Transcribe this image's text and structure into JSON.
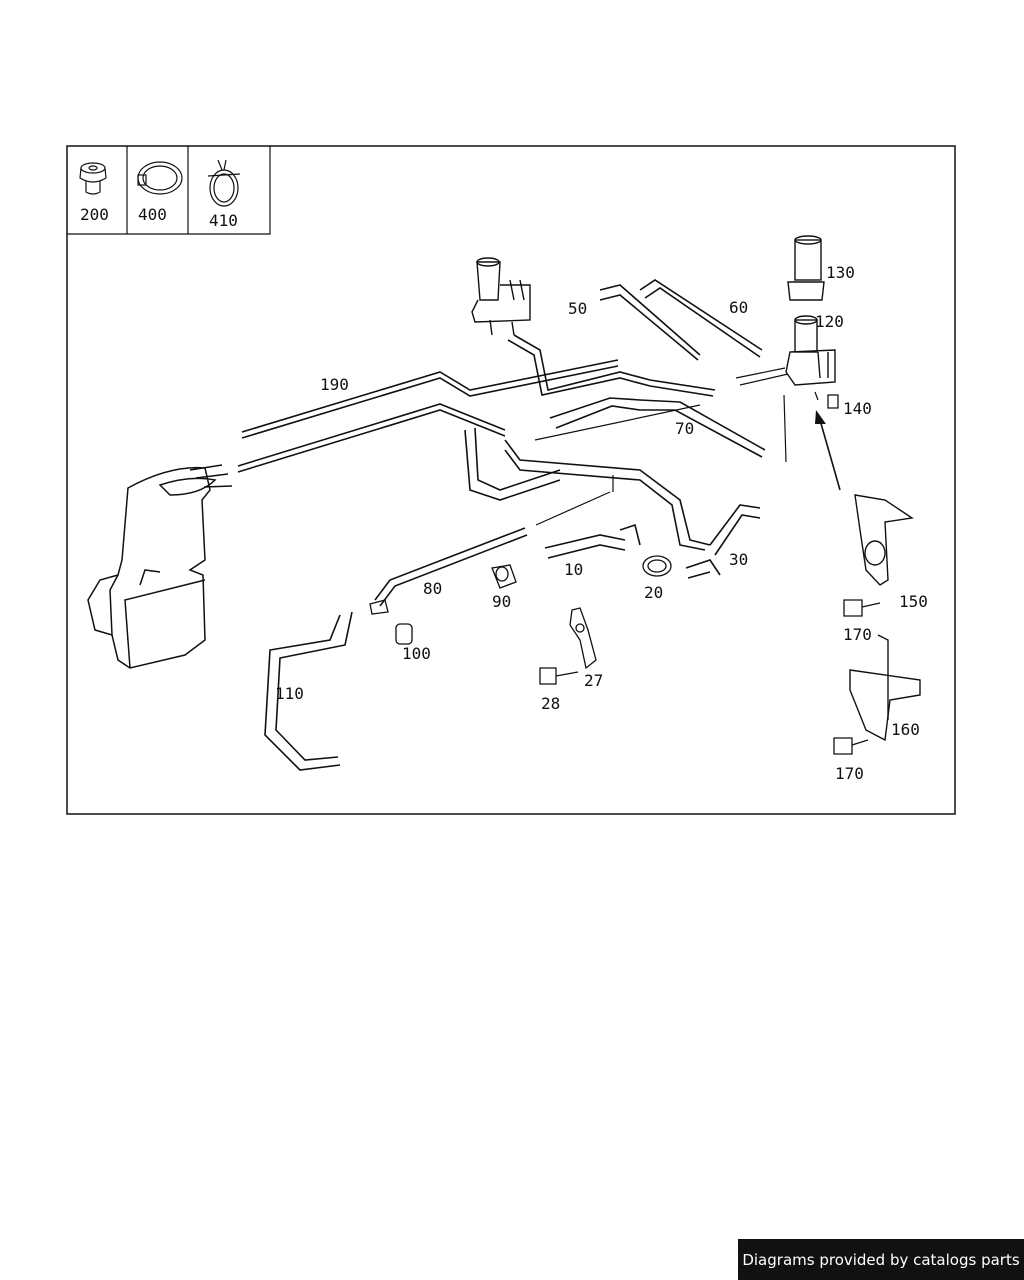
{
  "diagram": {
    "legend_items": [
      "200",
      "400",
      "410"
    ],
    "callouts": {
      "p10": "10",
      "p20": "20",
      "p27": "27",
      "p28": "28",
      "p30": "30",
      "p50": "50",
      "p60": "60",
      "p70": "70",
      "p80": "80",
      "p90": "90",
      "p100": "100",
      "p110": "110",
      "p120": "120",
      "p130": "130",
      "p140": "140",
      "p150": "150",
      "p160": "160",
      "p170a": "170",
      "p170b": "170",
      "p190": "190"
    }
  },
  "footer": {
    "text": "Diagrams provided by catalogs parts"
  }
}
